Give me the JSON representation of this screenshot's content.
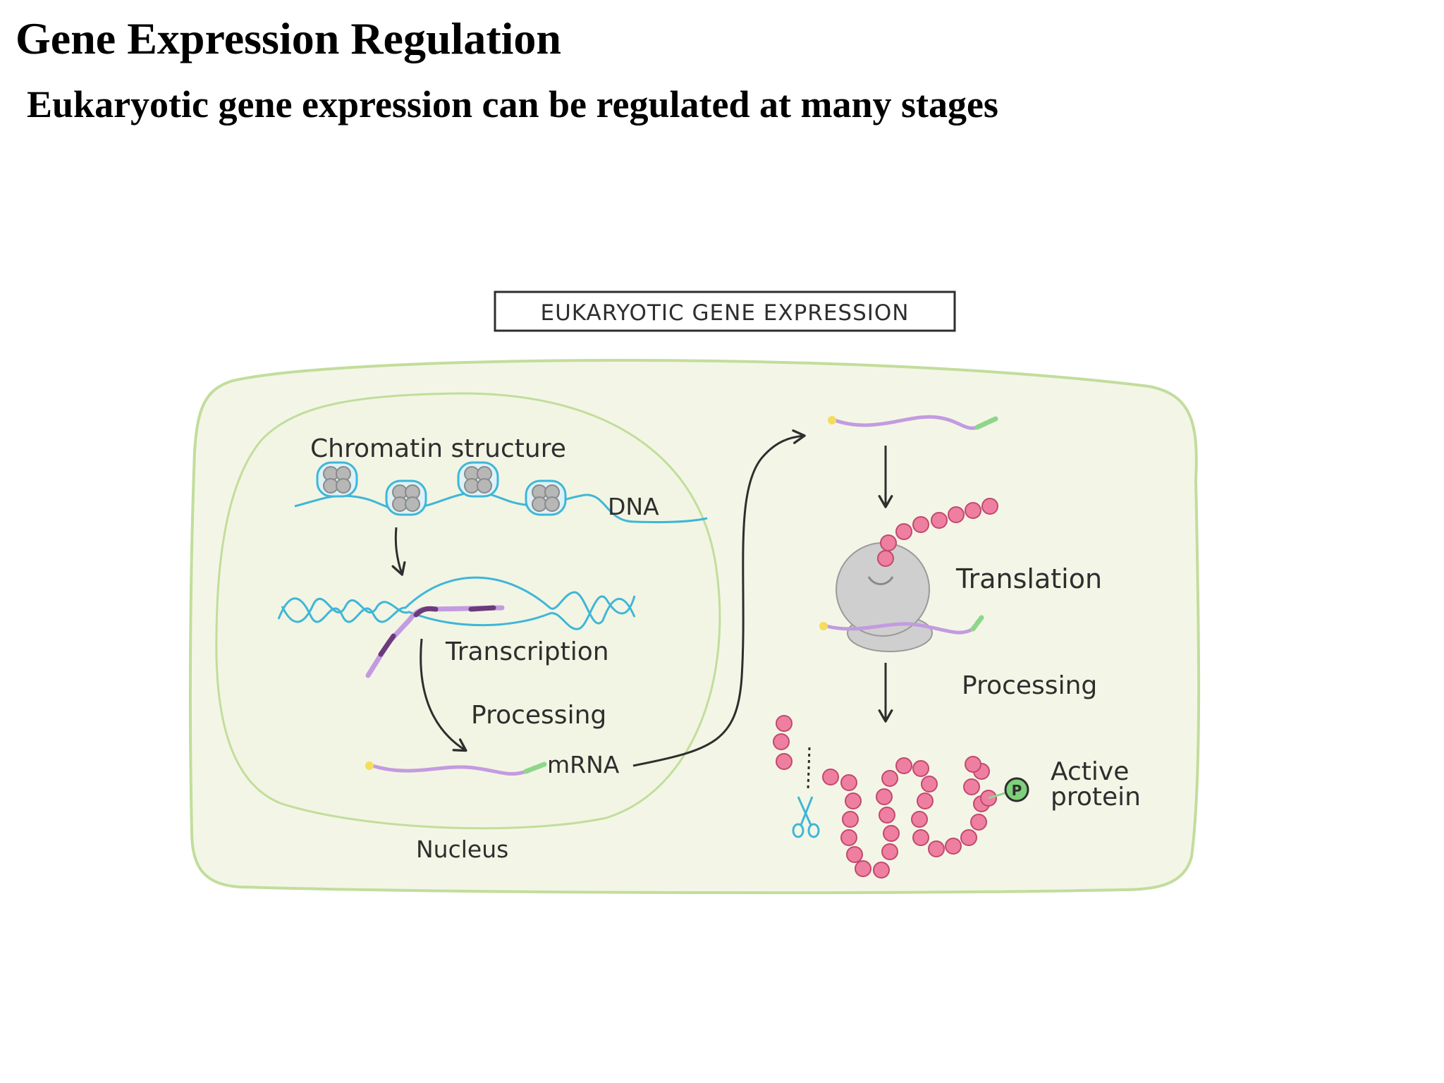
{
  "header": {
    "title": "Gene Expression Regulation",
    "subtitle": "Eukaryotic gene expression can be regulated at many stages"
  },
  "diagram": {
    "title": "EUKARYOTIC GENE EXPRESSION",
    "labels": {
      "chromatin": "Chromatin structure",
      "dna": "DNA",
      "transcription": "Transcription",
      "processing_nucleus": "Processing",
      "mrna": "mRNA",
      "nucleus": "Nucleus",
      "translation": "Translation",
      "processing_cytoplasm": "Processing",
      "active_protein_line1": "Active",
      "active_protein_line2": "protein",
      "phosphate": "P"
    },
    "icons": [
      "nucleosome-icon",
      "ribosome-icon",
      "scissors-icon",
      "phosphate-icon"
    ],
    "colors": {
      "cell_fill": "#f3f6e6",
      "cell_border": "#c2dd9c",
      "dna": "#3fb6d8",
      "mrna": "#c39be0",
      "mrna_dark": "#6b3a7d",
      "cap": "#f5dc5b",
      "tail": "#8ed68b",
      "protein": "#ef7fa1",
      "protein_stroke": "#c2486e",
      "ribosome": "#cfcfcf",
      "nucleosome": "#b7b7b7",
      "phosphate": "#7fd07a"
    }
  }
}
